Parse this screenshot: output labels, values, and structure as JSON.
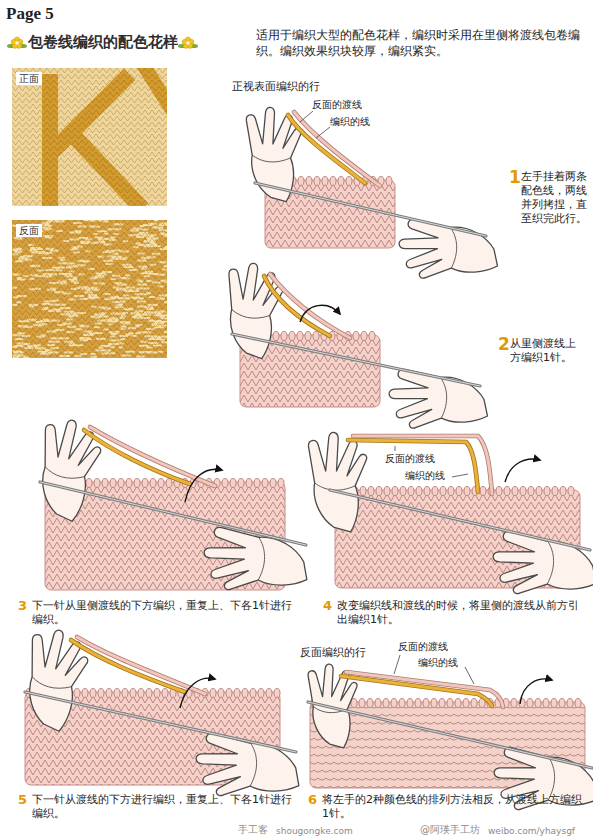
{
  "diagram": {
    "title": "包卷线编织的配色花样",
    "nodes": [
      {
        "text": [
          "正面"
        ]
      },
      {
        "text": [
          "反面"
        ]
      }
    ],
    "labels": [
      "Page 5",
      "适用于编织大型的配色花样，编织时采用在里侧将渡线包卷编织。编织效果织块较厚，编织紧实。",
      "正视表面编织的行",
      "反面的渡线",
      "编织的线",
      "1",
      "左手挂着两条配色线，两线并列拷捏，直至织完此行。",
      "2",
      "从里侧渡线上方编织1针。",
      "3",
      "下一针从里侧渡线的下方编织，重复上、下各1针进行编织。",
      "反面的渡线",
      "编织的线",
      "4",
      "改变编织线和渡线的时候，将里侧的渡线从前方引出编织1针。",
      "5",
      "下一针从渡线的下方进行编织，重复上、下各1针进行编织。",
      "反面编织的行",
      "反面的渡线",
      "编织的线",
      "6",
      "将左手的2种颜色线的排列方法相反，从渡线上方编织1针。",
      "手工客",
      "shougongke.com",
      "@阿瑛手工坊",
      "weibo.com/yhaysgf"
    ]
  }
}
